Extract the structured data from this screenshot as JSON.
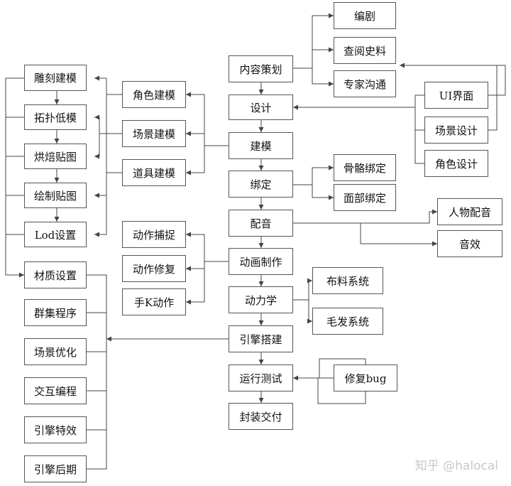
{
  "nodes": {
    "bianju": "编剧",
    "chayue": "查阅史料",
    "zhuanjia": "专家沟通",
    "neirong": "内容策划",
    "ui": "UI界面",
    "changjing_sheji": "场景设计",
    "juese_sheji": "角色设计",
    "sheji": "设计",
    "jianmo": "建模",
    "bangding": "绑定",
    "guge": "骨骼绑定",
    "mianbu": "面部绑定",
    "peiyin": "配音",
    "renwu": "人物配音",
    "yinxiao": "音效",
    "donghua": "动画制作",
    "donglixue": "动力学",
    "buliao": "布料系统",
    "maofa": "毛发系统",
    "yinqing_dajian": "引擎搭建",
    "yunxing": "运行测试",
    "xiufu": "修复bug",
    "fengzhuang": "封装交付",
    "juese_jianmo": "角色建模",
    "changjing_jianmo": "场景建模",
    "daoju": "道具建模",
    "dongzuo_buzhuo": "动作捕捉",
    "dongzuo_xiufu": "动作修复",
    "shouk": "手K动作",
    "diaoke": "雕刻建模",
    "tuopu": "拓扑低模",
    "hongbei": "烘焙贴图",
    "huizhi": "绘制贴图",
    "lod": "Lod设置",
    "caizhi": "材质设置",
    "qunji": "群集程序",
    "youhua": "场景优化",
    "jiaohu": "交互编程",
    "texiao": "引擎特效",
    "houqi": "引擎后期"
  },
  "watermark": "知乎 @halocal"
}
